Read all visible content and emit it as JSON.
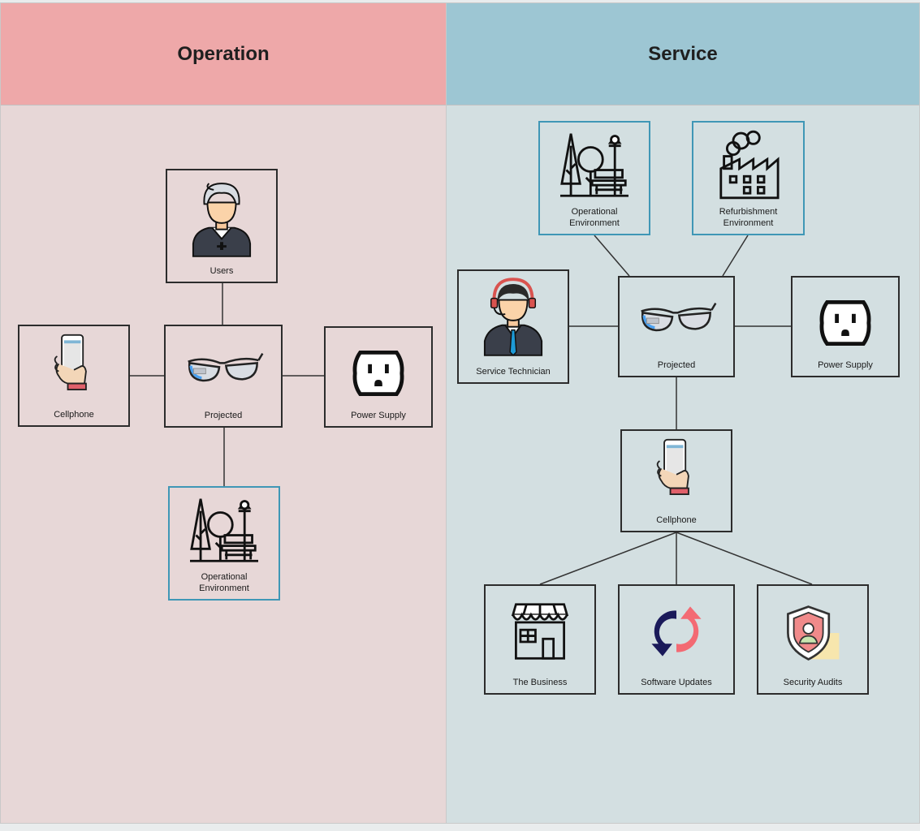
{
  "lanes": {
    "operation": "Operation",
    "service": "Service"
  },
  "nodes": {
    "op_users": "Users",
    "op_cellphone": "Cellphone",
    "op_projected": "Projected",
    "op_power": "Power Supply",
    "op_env_line1": "Operational",
    "op_env_line2": "Environment",
    "sv_env_line1": "Operational",
    "sv_env_line2": "Environment",
    "sv_refurb_line1": "Refurbishment",
    "sv_refurb_line2": "Environment",
    "sv_technician": "Service Technician",
    "sv_projected": "Projected",
    "sv_power": "Power Supply",
    "sv_cellphone": "Cellphone",
    "sv_business": "The Business",
    "sv_updates": "Software Updates",
    "sv_audits": "Security Audits"
  },
  "colors": {
    "operation_lane": "#e7d7d7",
    "operation_header": "#eea8a9",
    "service_lane": "#d3dfe1",
    "service_header": "#9dc6d3",
    "environment_border": "#3f97b6"
  }
}
